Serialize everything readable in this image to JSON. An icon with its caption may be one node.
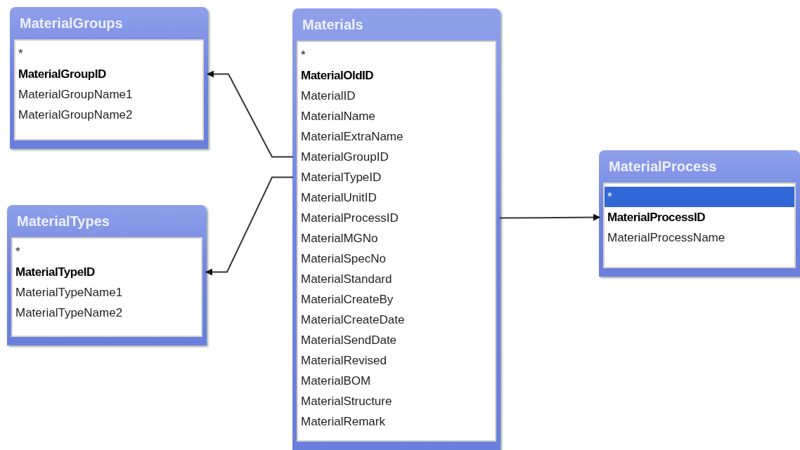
{
  "diagram": {
    "nodes": [
      {
        "text": [
          "MaterialGroups",
          "*",
          "MaterialGroupID",
          "MaterialGroupName1",
          "MaterialGroupName2"
        ]
      },
      {
        "text": [
          "MaterialTypes",
          "*",
          "MaterialTypeID",
          "MaterialTypeName1",
          "MaterialTypeName2"
        ]
      },
      {
        "text": [
          "Materials",
          "*",
          "MaterialOldID",
          "MaterialID",
          "MaterialName",
          "MaterialExtraName",
          "MaterialGroupID",
          "MaterialTypeID",
          "MaterialUnitID",
          "MaterialProcessID",
          "MaterialMGNo",
          "MaterialSpecNo",
          "MaterialStandard",
          "MaterialCreateBy",
          "MaterialCreateDate",
          "MaterialSendDate",
          "MaterialRevised",
          "MaterialBOM",
          "MaterialStructure",
          "MaterialRemark"
        ]
      },
      {
        "text": [
          "MaterialProcess",
          "*",
          "MaterialProcessID",
          "MaterialProcessName"
        ]
      }
    ],
    "edges": [
      {
        "from": 2,
        "to": 0,
        "arrow": "to"
      },
      {
        "from": 2,
        "to": 1,
        "arrow": "to"
      },
      {
        "from": 2,
        "to": 3,
        "arrow": "to"
      }
    ]
  }
}
